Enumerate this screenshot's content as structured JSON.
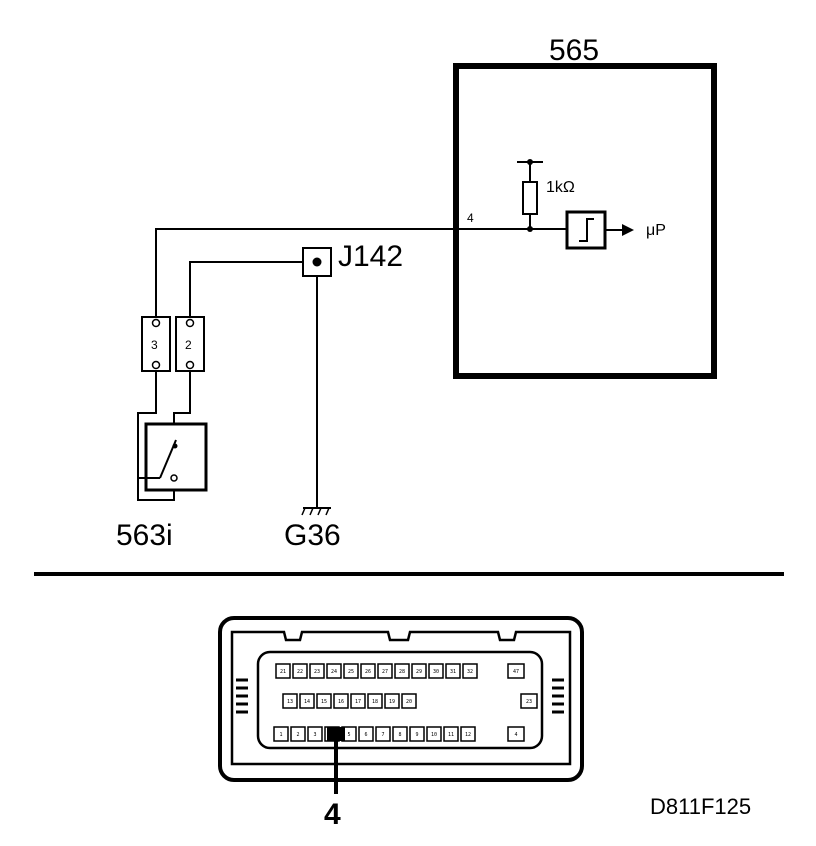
{
  "ecu": {
    "label": "565",
    "pin_label": "4",
    "resistor_label": "1kΩ",
    "output_label": "μP"
  },
  "junction": {
    "label": "J142"
  },
  "connector_pins": {
    "pin3": "3",
    "pin2": "2"
  },
  "sensor": {
    "label": "563i"
  },
  "ground": {
    "label": "G36"
  },
  "ecu_connector": {
    "pin_callout": "4",
    "rows": [
      [
        "21",
        "22",
        "23",
        "24",
        "25",
        "26",
        "27",
        "28",
        "29",
        "30",
        "31",
        "32"
      ],
      [
        "13",
        "14",
        "15",
        "16",
        "17",
        "18",
        "19",
        "20",
        "",
        "",
        "",
        ""
      ],
      [
        "1",
        "2",
        "3",
        "4",
        "5",
        "6",
        "7",
        "8",
        "9",
        "10",
        "11",
        "12"
      ]
    ],
    "side_pins": [
      "47",
      "23",
      "4"
    ]
  },
  "figure_id": "D811F125"
}
